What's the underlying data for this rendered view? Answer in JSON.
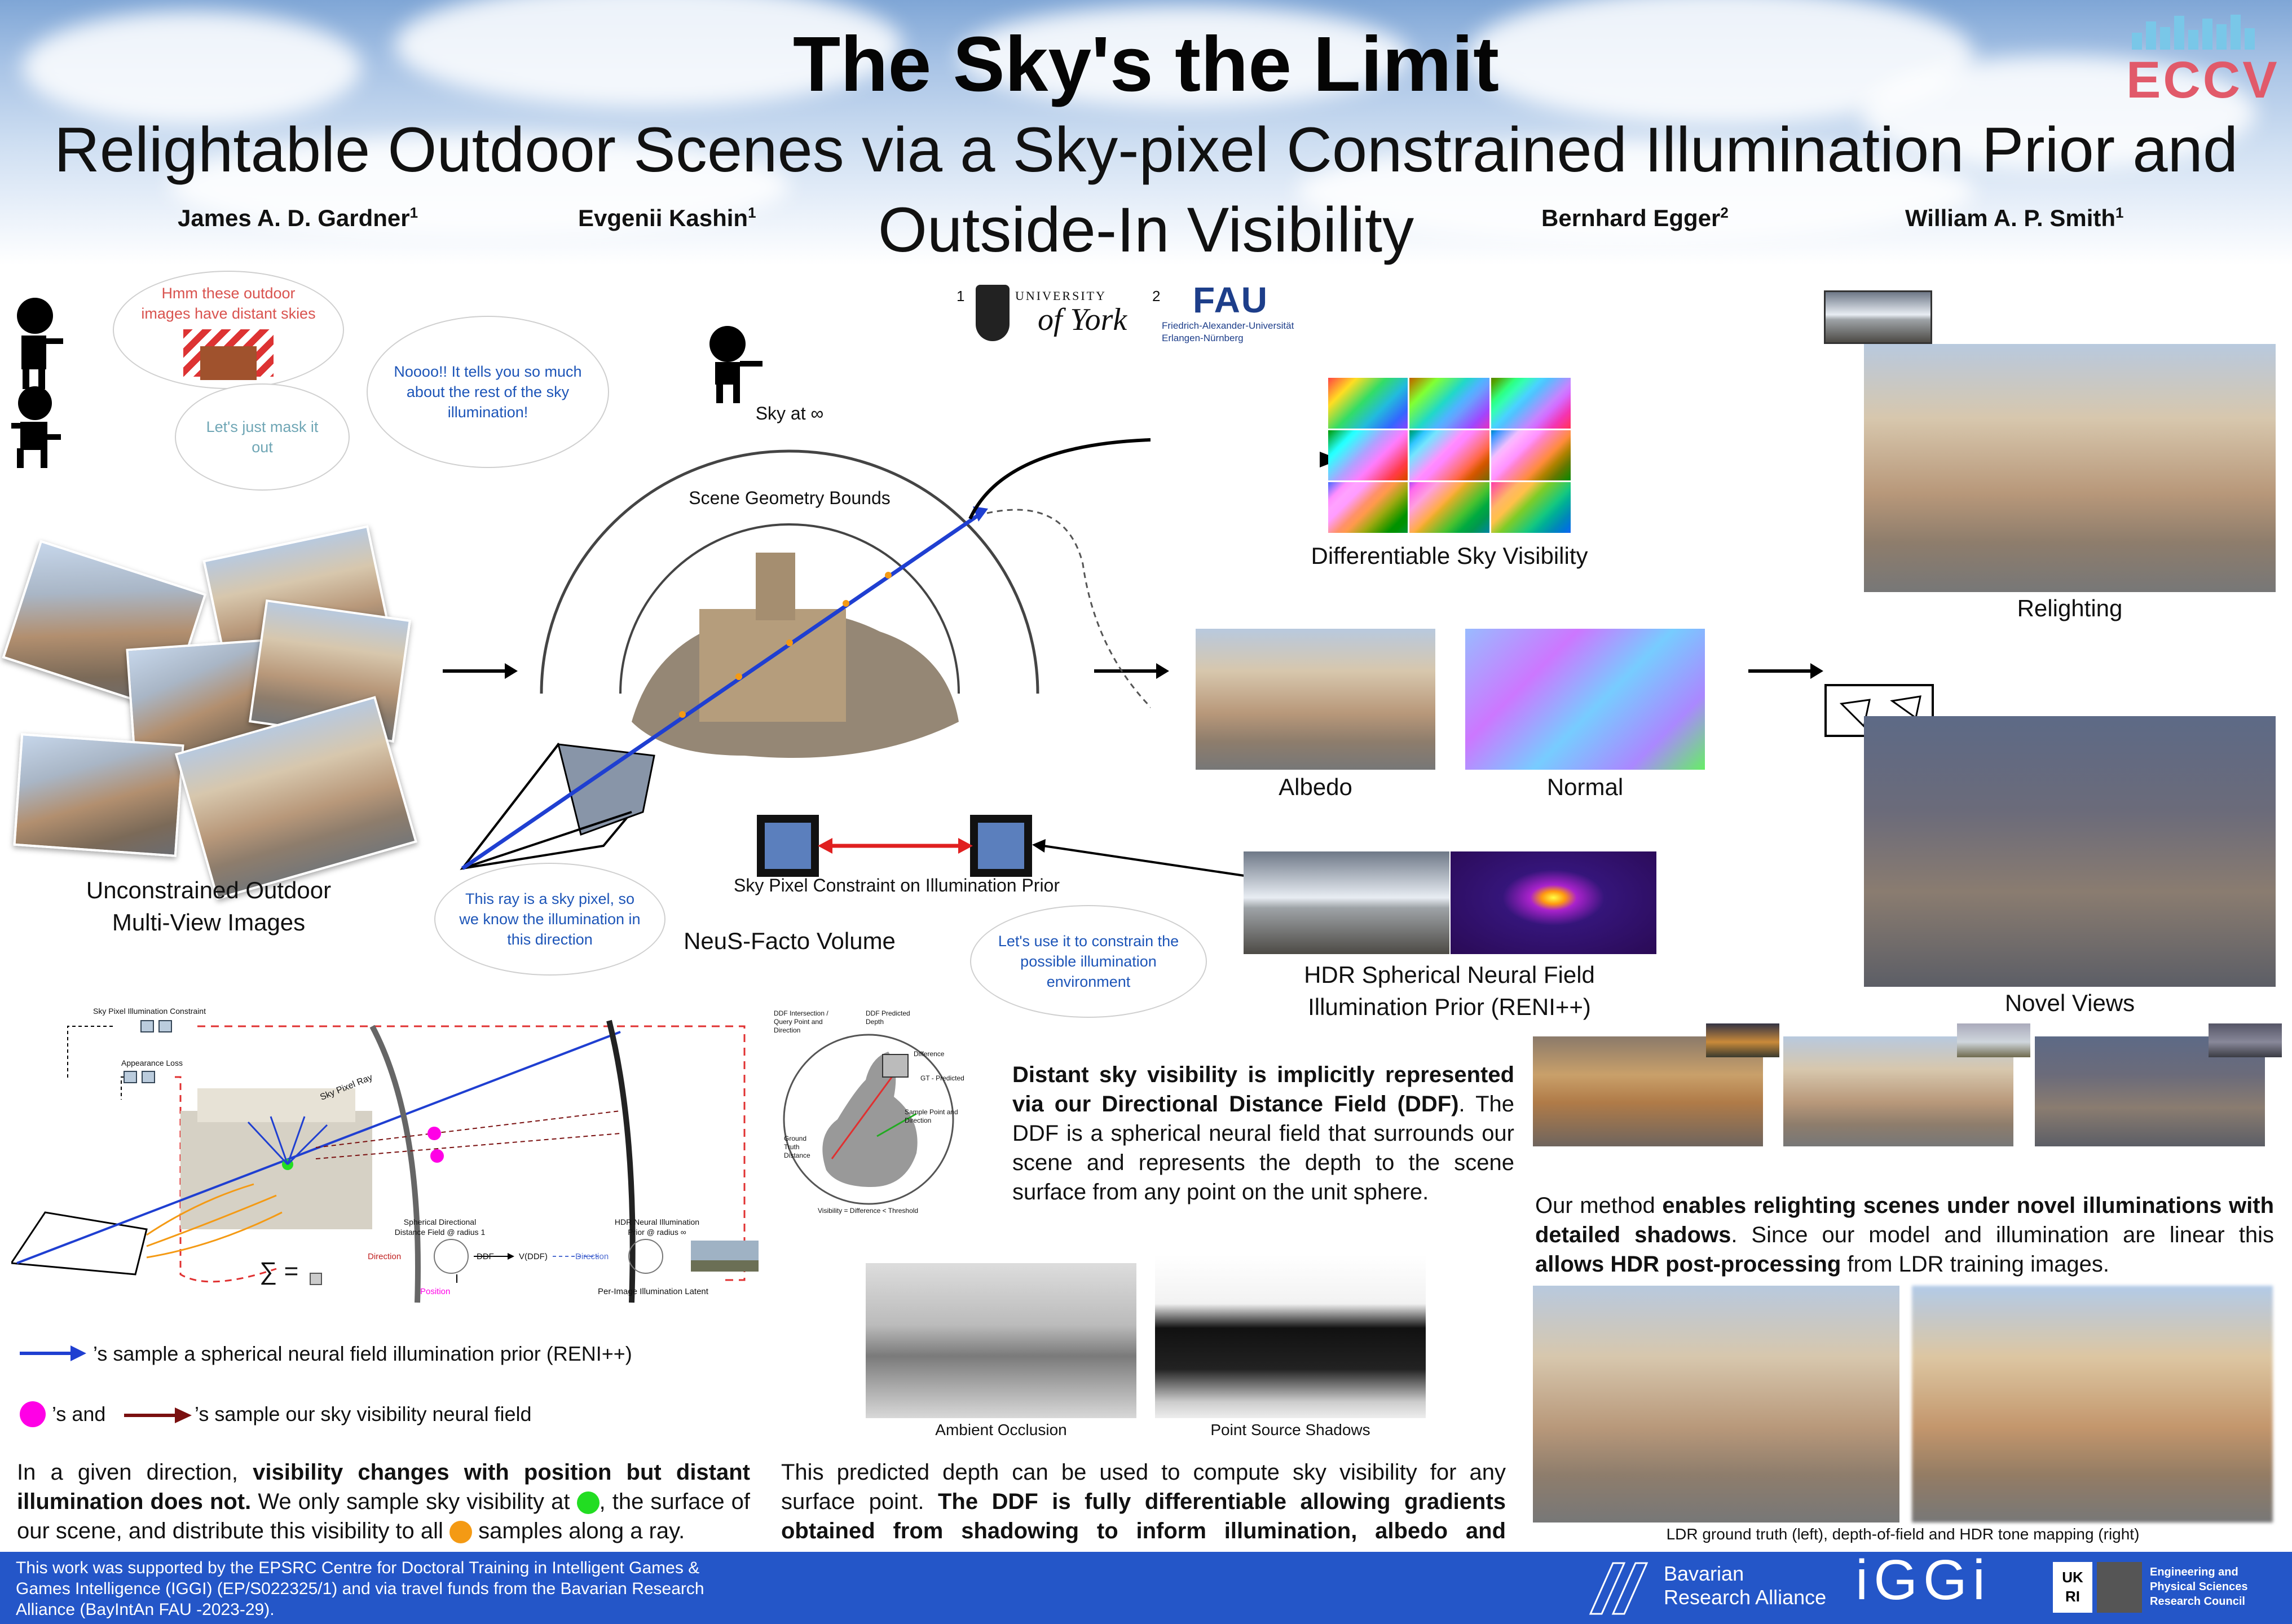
{
  "header": {
    "title": "The Sky's the Limit",
    "subtitle": "Relightable Outdoor Scenes via a Sky-pixel Constrained Illumination Prior and Outside-In Visibility",
    "conference": "ECCV",
    "authors": [
      {
        "name": "James A. D. Gardner",
        "aff": "1"
      },
      {
        "name": "Evgenii Kashin",
        "aff": "1"
      },
      {
        "name": "Bernhard Egger",
        "aff": "2"
      },
      {
        "name": "William A. P. Smith",
        "aff": "1"
      }
    ],
    "affiliations": {
      "york_num": "1",
      "york_line1": "UNIVERSITY",
      "york_line2": "of York",
      "fau_num": "2",
      "fau_logo": "FAU",
      "fau_line1": "Friedrich-Alexander-Universität",
      "fau_line2": "Erlangen-Nürnberg"
    }
  },
  "bubbles": {
    "distant_skies": "Hmm these outdoor images have distant skies",
    "mask_it": "Let's just mask it out",
    "noooo": "Noooo!! It tells you so much about the rest of the sky illumination!",
    "sky_pixel": "This ray is a sky pixel, so we know the illumination in this direction",
    "constrain": "Let's use it to constrain the possible illumination environment"
  },
  "pipeline": {
    "input_caption_1": "Unconstrained Outdoor",
    "input_caption_2": "Multi-View Images",
    "sky_at_inf": "Sky at ∞",
    "scene_bounds": "Scene Geometry Bounds",
    "neus_caption": "NeuS-Facto Volume",
    "sky_constraint": "Sky Pixel Constraint on Illumination Prior",
    "visibility_caption": "Differentiable Sky Visibility",
    "albedo": "Albedo",
    "normal": "Normal",
    "hdr_caption_1": "HDR Spherical Neural Field",
    "hdr_caption_2": "Illumination Prior (RENI++)",
    "relighting": "Relighting",
    "novel_views": "Novel Views"
  },
  "diagram": {
    "sky_pixel_constraint": "Sky Pixel Illumination Constraint",
    "appearance_loss": "Appearance Loss",
    "sky_pixel_ray": "Sky Pixel Ray",
    "ddf_label_1": "Spherical Directional",
    "ddf_label_2": "Distance Field @ radius 1",
    "hdr_label_1": "HDR Neural Illumination",
    "hdr_label_2": "Prior @ radius ∞",
    "direction": "Direction",
    "ddf": "DDF",
    "vddf": "V(DDF)",
    "position": "Position",
    "latent": "Per-Image Illumination Latent",
    "sum": "∑ ="
  },
  "legend": {
    "blue_arrow": "’s sample a spherical neural field illumination prior (RENI++)",
    "magenta_and": "’s  and",
    "red_arrow": "’s sample our sky visibility neural field"
  },
  "bunny": {
    "intersection": "DDF Intersection / Query Point and Direction",
    "predicted": "DDF Predicted Depth",
    "difference": "Difference",
    "gt_minus": "GT - Predicted",
    "sample": "Sample Point and Direction",
    "ground_truth": "Ground Truth Distance",
    "visibility_rule": "Visibility = Difference < Threshold"
  },
  "text": {
    "ddf_bold": "Distant sky visibility is implicitly represented via our Directional Distance Field (DDF)",
    "ddf_rest": ". The DDF is a spherical neural field that surrounds our scene and represents the depth to the scene surface from any point on the unit sphere.",
    "ao": "Ambient Occlusion",
    "shadows": "Point Source Shadows",
    "depth_1": "This predicted depth can be used to compute sky visibility for any surface point. ",
    "depth_bold": "The DDF is fully differentiable allowing gradients obtained from shadowing to inform illumination, albedo and geometry.",
    "vis_1": "In a given direction, ",
    "vis_bold_1": "visibility changes with position but distant illumination does not.",
    "vis_2": " We only sample sky visibility at ",
    "vis_3": ", the surface of our scene, and distribute this visibility to all ",
    "vis_4": " samples along a ray.",
    "method_1": "Our method ",
    "method_bold_1": "enables relighting scenes under novel illuminations with detailed shadows",
    "method_2": ". Since our model and illumination are linear this ",
    "method_bold_2": "allows HDR post-processing",
    "method_3": " from LDR training images.",
    "ldr_caption": "LDR ground truth (left), depth-of-field and HDR tone mapping (right)"
  },
  "footer": {
    "funding": "This work was supported by the EPSRC Centre for Doctoral Training in Intelligent Games & Games Intelligence (IGGI) (EP/S022325/1) and via travel funds from the Bavarian Research Alliance (BayIntAn FAU -2023-29).",
    "bavarian_1": "Bavarian",
    "bavarian_2": "Research Alliance",
    "iggi": "iGGi",
    "ukri": "UK RI",
    "epsrc_1": "Engineering and",
    "epsrc_2": "Physical Sciences",
    "epsrc_3": "Research Council"
  },
  "colors": {
    "ray_blue": "#1f3fd1",
    "magenta": "#ff00e6",
    "dark_red": "#7a1010",
    "green": "#22dd22",
    "orange": "#f49a14",
    "footer_blue": "#2456c8",
    "eccv_red": "#e15a6a"
  }
}
